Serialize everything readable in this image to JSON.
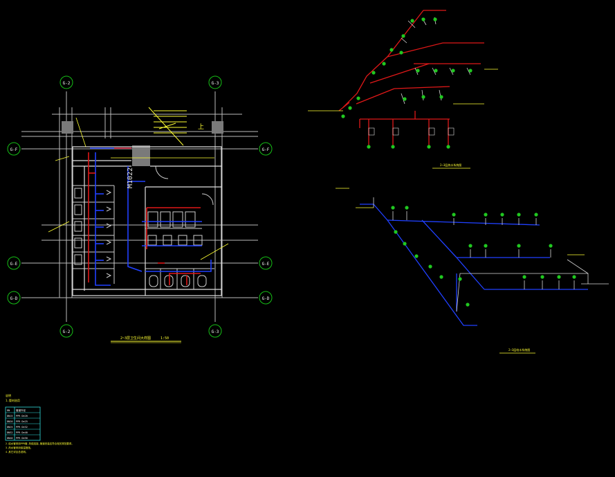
{
  "colors": {
    "background": "#000000",
    "wall": "#d8d8d8",
    "grid_bubble": "#16c016",
    "cold_water": "#2040ff",
    "hot_water": "#e01818",
    "annotation": "#ffff33",
    "fixture": "#20c820",
    "table_border": "#33dddd"
  },
  "plan": {
    "grid_labels": {
      "top_left": "G-2",
      "top_right": "G-3",
      "bottom_left": "G-2",
      "bottom_right": "G-3",
      "left_upper": "G-F",
      "right_upper": "G-F",
      "left_middle": "G-E",
      "right_middle": "G-E",
      "left_lower": "G-D",
      "right_lower": "G-D"
    },
    "door_tag": "M1022",
    "stair_label": "上",
    "caption": "2~3层卫生间大样图",
    "scale": "1:50"
  },
  "hot_system": {
    "caption": "2~3层热水系统图"
  },
  "cold_system": {
    "caption": "2~3层给水系统图"
  },
  "notes": {
    "heading": "说明",
    "sub": "1.管材选用",
    "table": [
      [
        "DN",
        "管道外径"
      ],
      [
        "DN15",
        "PPR De20"
      ],
      [
        "DN20",
        "PPR De25"
      ],
      [
        "DN25",
        "PPR De32"
      ],
      [
        "DN32",
        "PPR De40"
      ],
      [
        "DN40",
        "PPR De50"
      ]
    ],
    "lines": [
      "2.给水管采用PPR管,热熔连接,管道安装应符合相关规范要求。",
      "3.热水管采用保温措施。",
      "4.其它详见总说明。"
    ]
  }
}
